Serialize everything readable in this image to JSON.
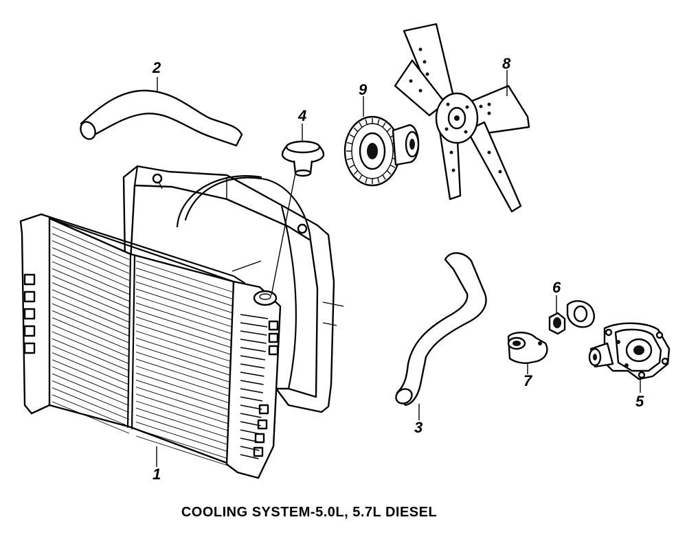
{
  "caption": "COOLING SYSTEM-5.0L, 5.7L DIESEL",
  "callouts": [
    {
      "id": "radiator",
      "number": "1"
    },
    {
      "id": "upper-hose",
      "number": "2"
    },
    {
      "id": "lower-hose",
      "number": "3"
    },
    {
      "id": "radiator-cap",
      "number": "4"
    },
    {
      "id": "water-pump",
      "number": "5"
    },
    {
      "id": "thermostat",
      "number": "6"
    },
    {
      "id": "thermostat-housing",
      "number": "7"
    },
    {
      "id": "fan-blade",
      "number": "8"
    },
    {
      "id": "fan-clutch",
      "number": "9"
    }
  ],
  "colors": {
    "ink": "#000000",
    "paper": "#ffffff"
  }
}
